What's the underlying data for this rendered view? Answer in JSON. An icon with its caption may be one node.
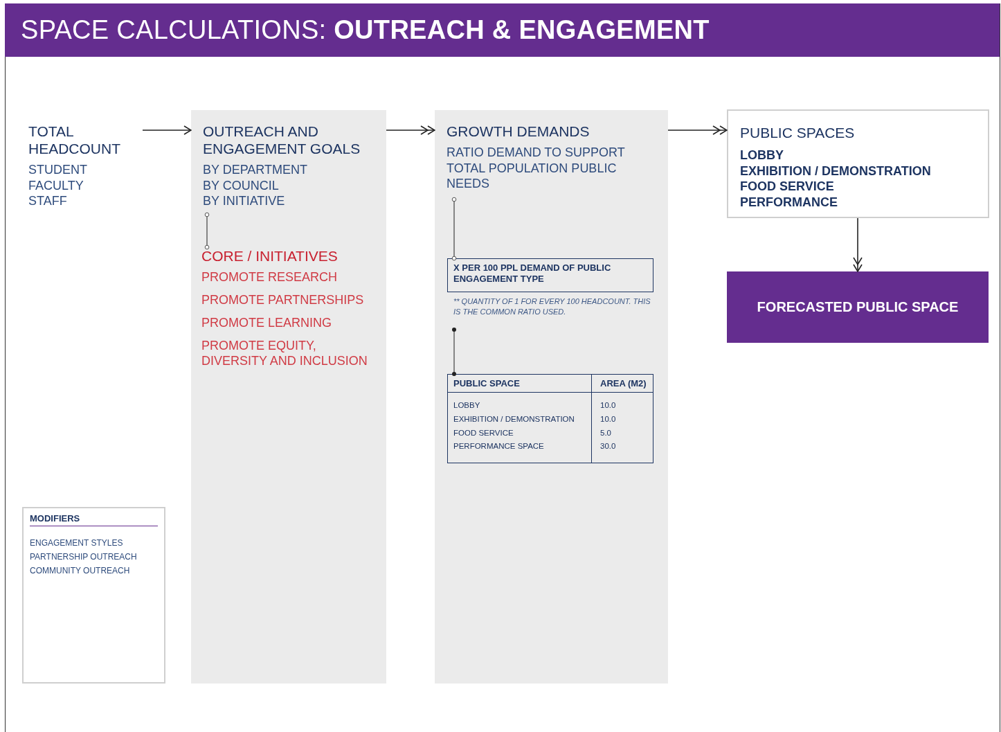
{
  "diagram": {
    "title": "SPACE CALCULATIONS: **OUTREACH & ENGAGEMENT**",
    "nodes": [
      {
        "text": [
          "TOTAL HEADCOUNT",
          "STUDENT",
          "FACULTY",
          "STAFF"
        ]
      },
      {
        "text": [
          "OUTREACH AND ENGAGEMENT GOALS",
          "BY DEPARTMENT",
          "BY COUNCIL",
          "BY INITIATIVE"
        ]
      },
      {
        "text": [
          "CORE / INITIATIVES",
          "PROMOTE RESEARCH",
          "PROMOTE PARTNERSHIPS",
          "PROMOTE LEARNING",
          "PROMOTE EQUITY, DIVERSITY AND INCLUSION"
        ],
        "in": 1
      },
      {
        "text": [
          "GROWTH DEMANDS",
          "RATIO DEMAND TO SUPPORT TOTAL POPULATION PUBLIC NEEDS"
        ]
      },
      {
        "text": [
          "**X** PER 100 PPL DEMAND OF PUBLIC ENGAGEMENT TYPE"
        ],
        "in": 3,
        "beside": [
          "** QUANTITY OF 1 FOR EVERY 100 HEADCOUNT. THIS IS THE COMMON RATIO USED."
        ]
      },
      {
        "text": [
          "PUBLIC SPACE",
          "AREA (M2)",
          "LOBBY",
          "10.0",
          "EXHIBITION / DEMONSTRATION",
          "10.0",
          "FOOD SERVICE",
          "5.0",
          "PERFORMANCE SPACE",
          "30.0"
        ],
        "in": 3
      },
      {
        "text": [
          "PUBLIC SPACES",
          "LOBBY",
          "EXHIBITION / DEMONSTRATION",
          "FOOD SERVICE",
          "PERFORMANCE"
        ]
      },
      {
        "text": [
          "FORECASTED PUBLIC SPACE"
        ]
      },
      {
        "text": [
          "MODIFIERS",
          "ENGAGEMENT STYLES",
          "PARTNERSHIP OUTREACH",
          "COMMUNITY OUTREACH"
        ]
      }
    ],
    "edges": [
      {
        "from": 0,
        "to": 1,
        "arrow": "to"
      },
      {
        "from": 1,
        "to": 3,
        "arrow": "to"
      },
      {
        "from": 3,
        "to": 6,
        "arrow": "to"
      },
      {
        "from": 6,
        "to": 7,
        "arrow": "to"
      },
      {
        "from": 1,
        "to": 2,
        "arrow": "other"
      },
      {
        "from": 3,
        "to": 4,
        "arrow": "other"
      },
      {
        "from": 4,
        "to": 5,
        "arrow": "other"
      }
    ]
  }
}
